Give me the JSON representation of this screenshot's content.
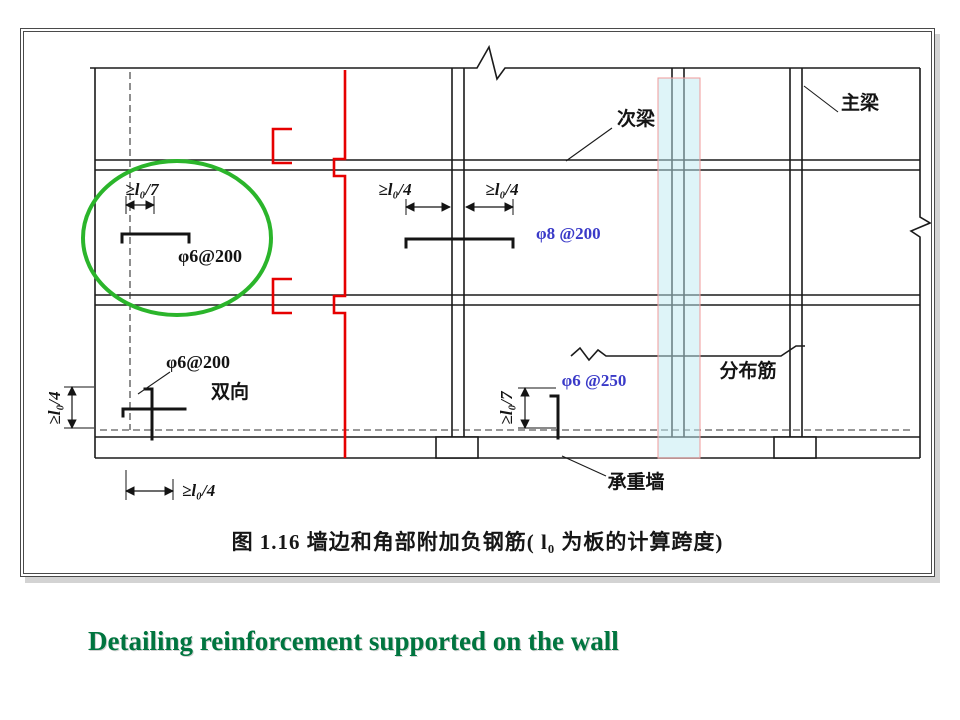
{
  "colors": {
    "frame": "#4a4a4a",
    "title_green": "#00753f",
    "annotation_red": "#e60000",
    "circle_green": "#2bb52b",
    "rebar_blue": "#3a3ac8",
    "highlight_band": "#bee9f2"
  },
  "figure": {
    "caption": "图 1.16  墙边和角部附加负钢筋( l₀ 为板的计算跨度)",
    "labels": {
      "secondary_beam": "次梁",
      "main_beam": "主梁",
      "distribution_bars": "分布筋",
      "load_bearing_wall": "承重墙",
      "two_way": "双向"
    },
    "rebar": {
      "corner": "φ6@200",
      "corner_bottom": "φ6@200",
      "wall_edge_top": "φ8 @200",
      "wall_edge_bottom": "φ6 @250"
    },
    "dims": {
      "top_left": "≥l₀/7",
      "mid_left": "≥l₀/4",
      "mid_right": "≥l₀/4",
      "left_vertical": "≥l₀/4",
      "right_vertical": "≥l₀/7",
      "bottom": "≥l₀/4"
    }
  },
  "slide": {
    "title": "Detailing reinforcement supported on the wall"
  }
}
